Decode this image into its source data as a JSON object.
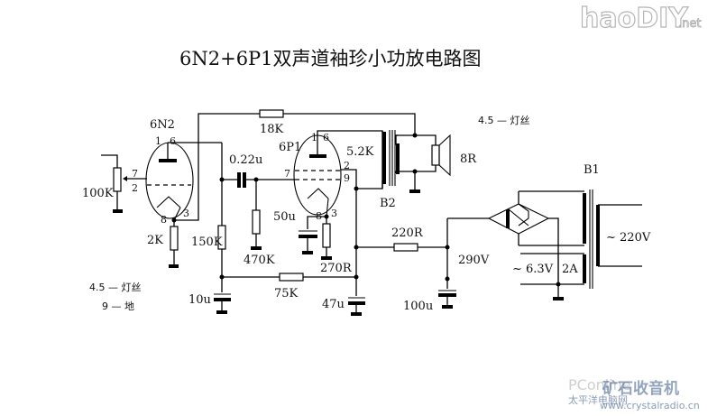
{
  "title": "6N2+6P1双声道袖珍小功放电路图",
  "watermarks": {
    "top_right_logo": "haoDIY",
    "top_right_suffix": ".net",
    "bottom_right_brand": "PConline",
    "bottom_right_brand_cn": "太平洋电脑网",
    "bottom_right_site_cn": "矿石收音机",
    "bottom_right_url": "www.crystalradio.cn"
  },
  "tubes": [
    {
      "id": "V1",
      "type": "6N2",
      "pins": {
        "anode_a": "1",
        "anode_b": "6",
        "grid_a": "7",
        "grid_b": "2",
        "cathode_a": "8",
        "cathode_b": "3"
      }
    },
    {
      "id": "V2",
      "type": "6P1",
      "pins": {
        "anode_a": "1",
        "anode_b": "6",
        "screen_a": "2",
        "screen_b": "9",
        "grid": "7",
        "cathode_a": "8",
        "cathode_b": "3"
      }
    }
  ],
  "components": {
    "volume_pot": "100K",
    "r_cathode_v1": "2K",
    "r_plate_v1": "150K",
    "c_coupling": "0.22u",
    "r_grid_v2": "470K",
    "c_cathode_v2": "50u",
    "r_cathode_v2": "270R",
    "r_feedback": "18K",
    "output_transformer": "B2",
    "output_impedance": "5.2K",
    "speaker": "8R",
    "r_decouple": "75K",
    "c_decouple_1": "10u",
    "c_decouple_2": "47u",
    "r_filter": "220R",
    "c_filter": "100u",
    "b_plus_voltage": "290V",
    "power_transformer": "B1",
    "mains_voltage": "~ 220V",
    "heater_winding": "~ 6.3V",
    "heater_current": "2A"
  },
  "notes": {
    "heater_pins_top": "4.5 — 灯丝",
    "heater_pins_left": "4.5 — 灯丝",
    "ground_pin_left": "9 — 地"
  }
}
